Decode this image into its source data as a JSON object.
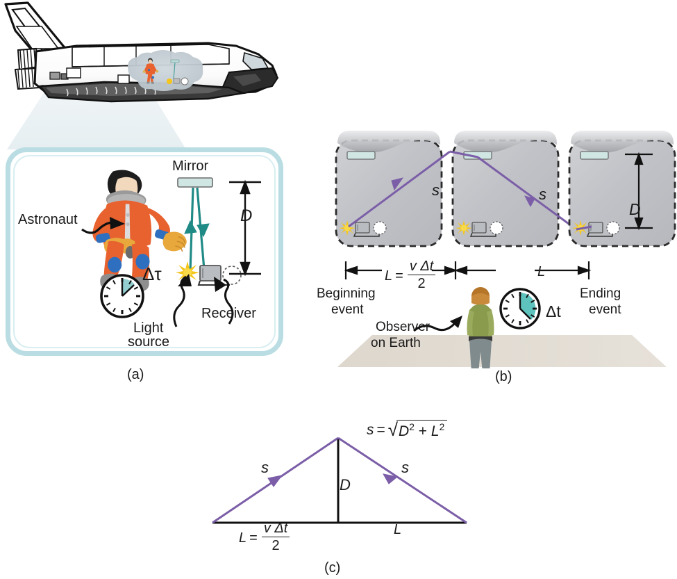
{
  "figure": {
    "title": "Time dilation light-clock figure",
    "panel_labels": {
      "a": "(a)",
      "b": "(b)",
      "c": "(c)"
    }
  },
  "colors": {
    "frame_teal": "#b9dde2",
    "light_ray_teal": "#1f8a86",
    "ray_purple": "#7b5ea7",
    "mirror_fill": "#cfe6e3",
    "suit_orange": "#e8622f",
    "suit_blue": "#2f6fbf",
    "ground_beige": "#ded7cd",
    "box_gray": "#c3c4c8",
    "clock_teal": "#93cfd0",
    "observer_green": "#8a9b4e",
    "observer_pants": "#808b8e",
    "spark_yellow": "#f5c518"
  },
  "panel_a": {
    "tag": "(a)",
    "labels": {
      "astronaut": "Astronaut",
      "mirror": "Mirror",
      "light_source_line1": "Light",
      "light_source_line2": "source",
      "receiver": "Receiver",
      "distance": "D",
      "proper_time": "Δτ"
    },
    "icons": {
      "astronaut": "astronaut-figure-icon",
      "mirror": "mirror-icon",
      "light_source": "light-source-spark-icon",
      "receiver": "receiver-box-icon",
      "clock": "clock-icon",
      "ray": "light-ray-icon"
    }
  },
  "panel_b": {
    "tag": "(b)",
    "boxes": [
      {
        "name": "beginning-event-box",
        "ray_label": "s",
        "has_mirror_hit": false
      },
      {
        "name": "middle-mirror-box",
        "ray_label": "s",
        "has_mirror_hit": true
      },
      {
        "name": "ending-event-box",
        "ray_label": "",
        "has_mirror_hit": false
      }
    ],
    "labels": {
      "beginning_line1": "Beginning",
      "beginning_line2": "event",
      "ending_line1": "Ending",
      "ending_line2": "event",
      "observer_line1": "Observer",
      "observer_line2": "on Earth",
      "elapsed_time": "Δt",
      "distance": "D",
      "length_right": "L"
    },
    "length_equation": {
      "lhs": "L",
      "eq": "=",
      "numerator": "v Δt",
      "denominator": "2"
    },
    "icons": {
      "observer": "observer-person-icon",
      "clock": "clock-icon",
      "ground": "earth-ground-plane-icon",
      "mirror": "mirror-icon",
      "light_source": "light-source-spark-icon",
      "receiver": "receiver-box-icon",
      "detector": "detector-dial-icon"
    }
  },
  "panel_c": {
    "tag": "(c)",
    "labels": {
      "hyp_left": "s",
      "hyp_right": "s",
      "height": "D",
      "base_right": "L"
    },
    "base_equation": {
      "lhs": "L",
      "eq": "=",
      "numerator": "v Δt",
      "denominator": "2"
    },
    "hyp_equation": {
      "lhs": "s",
      "eq": "=",
      "radicand_a": "D",
      "exp_a": "2",
      "plus": "+",
      "radicand_b": "L",
      "exp_b": "2"
    }
  },
  "shuttle": {
    "name": "space-shuttle-illustration",
    "cutaway": "magnification-cone"
  }
}
